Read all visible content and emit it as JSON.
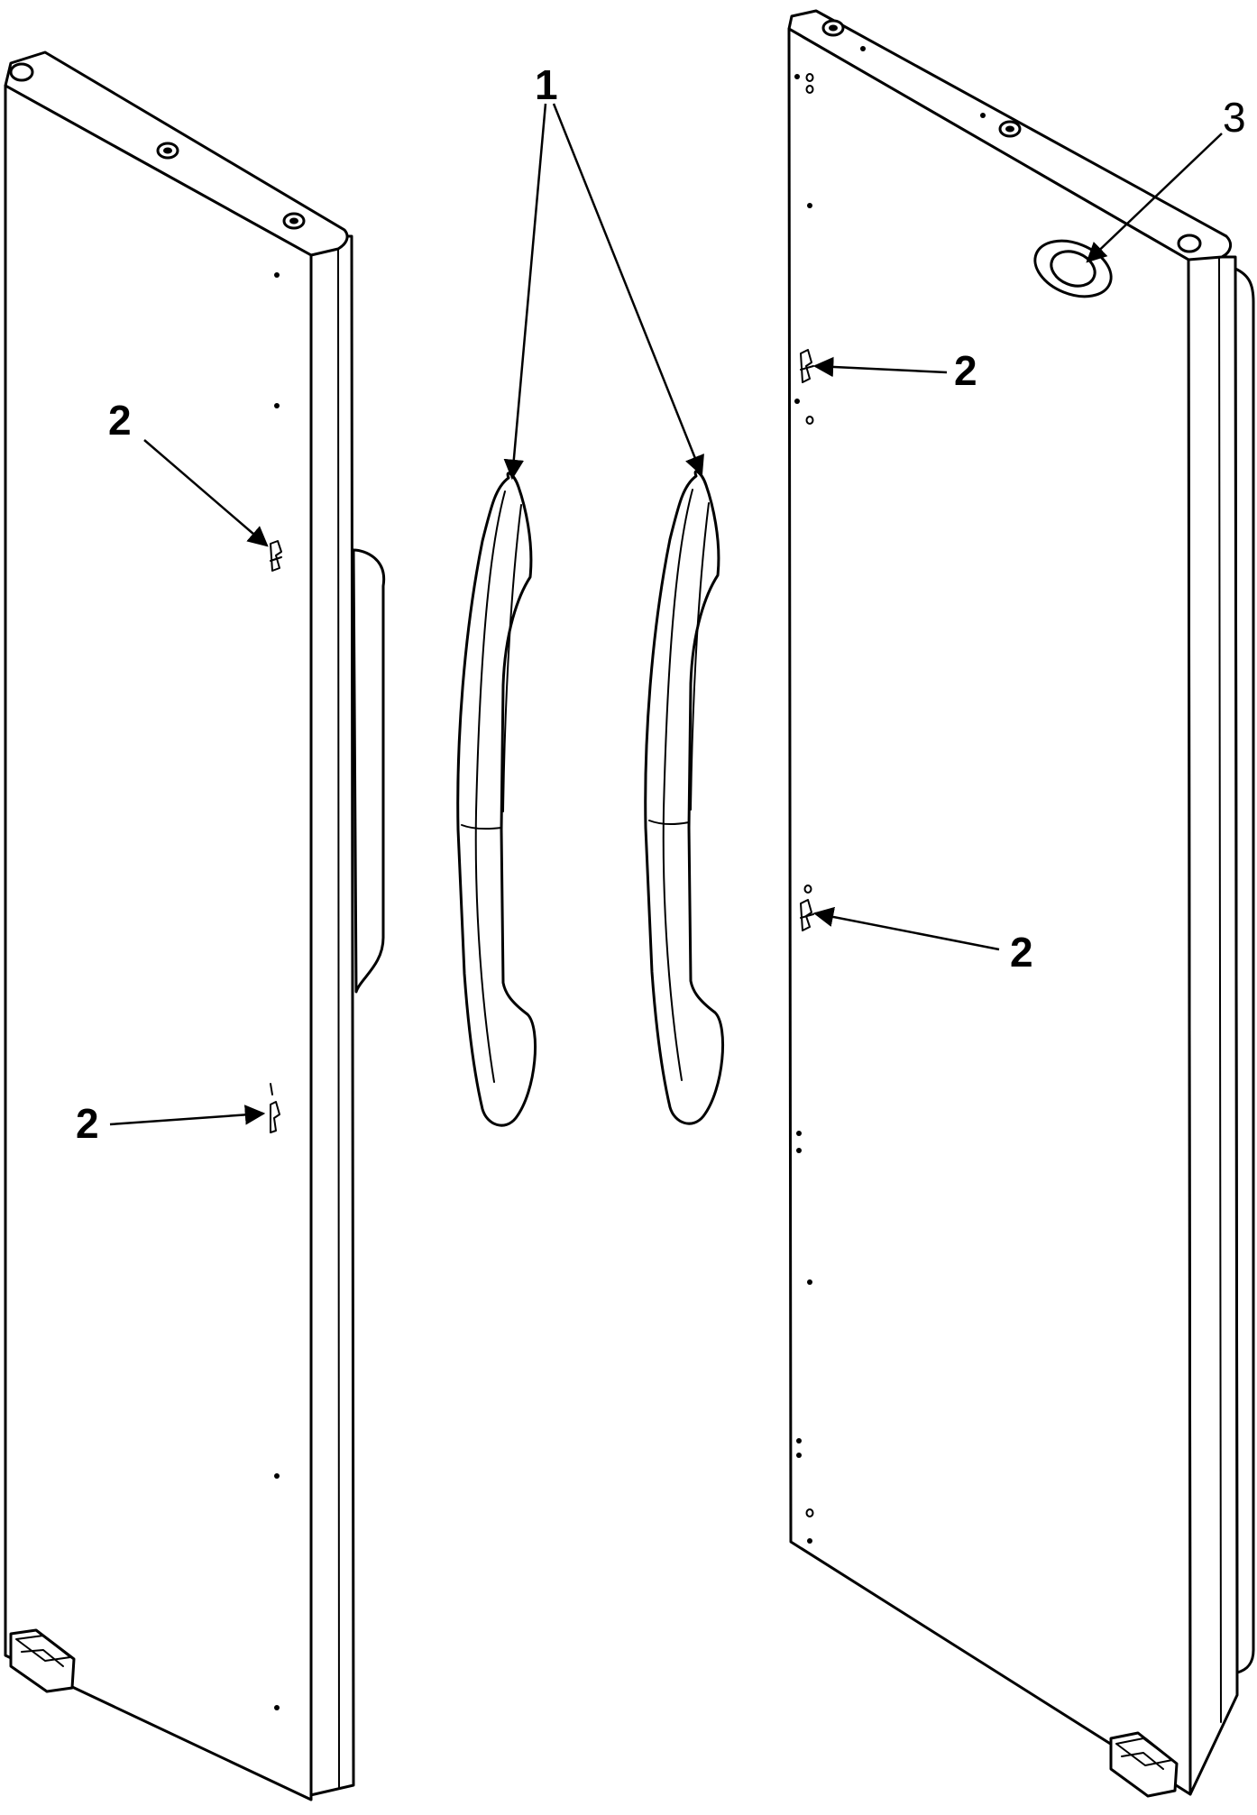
{
  "diagram": {
    "colors": {
      "line": "#000000",
      "background": "#ffffff"
    },
    "parts": [
      {
        "id": "left-door",
        "kind": "door"
      },
      {
        "id": "right-door",
        "kind": "door"
      },
      {
        "id": "handle-left",
        "kind": "handle"
      },
      {
        "id": "handle-right",
        "kind": "handle"
      }
    ],
    "callouts": {
      "handles": "1",
      "clip_left_upper": "2",
      "clip_left_lower": "2",
      "clip_right_upper": "2",
      "clip_right_lower": "2",
      "plug": "3"
    }
  }
}
